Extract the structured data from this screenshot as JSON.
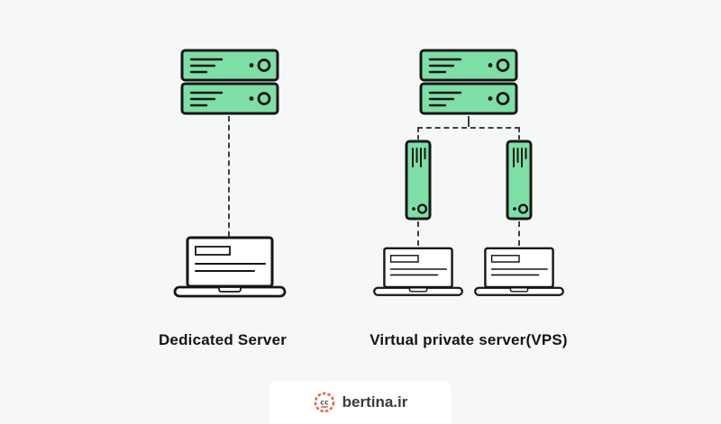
{
  "colors": {
    "background": "#f6f7f7",
    "server_green": "#7edfa6",
    "outline_ink": "#161616",
    "dashed_line": "#3f3f3f",
    "label_text": "#141414",
    "watermark_background": "#ffffff",
    "watermark_text_color": "#3a3a3a",
    "logo_orange": "#e8602c"
  },
  "diagram": {
    "dedicated": {
      "label": "Dedicated Server",
      "icons": [
        "server-rack-icon",
        "laptop-icon"
      ],
      "connections": [
        "server-to-laptop-dashed-line"
      ]
    },
    "vps": {
      "label": "Virtual private server(VPS)",
      "icons": [
        "server-rack-icon",
        "vps-instance-icon",
        "vps-instance-icon",
        "laptop-icon",
        "laptop-icon"
      ],
      "connections": [
        "server-to-vps-branch-dashed-lines",
        "vps-to-laptop-dashed-lines"
      ]
    }
  },
  "watermark": {
    "logo": "bertina-logo-icon",
    "text": "bertina.ir"
  }
}
